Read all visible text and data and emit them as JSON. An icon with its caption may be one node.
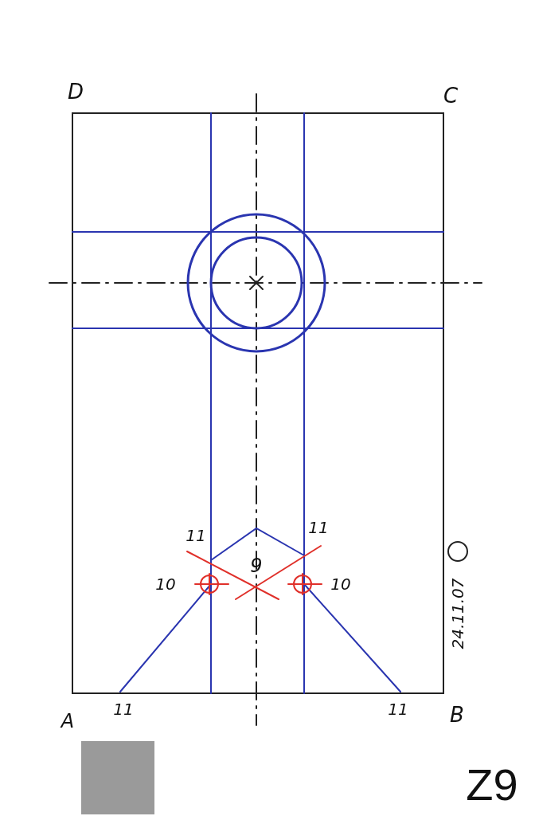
{
  "diagram": {
    "labels": [
      "D",
      "C",
      "11",
      "11",
      "9",
      "10",
      "10",
      "24.11.07",
      "A",
      "11",
      "11",
      "B",
      "Z9"
    ]
  }
}
